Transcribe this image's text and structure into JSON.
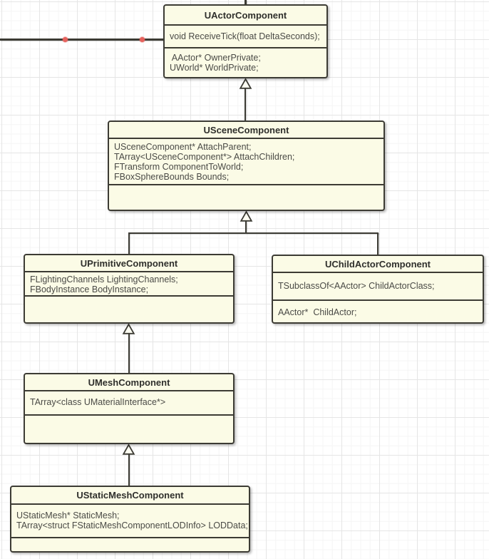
{
  "diagram": {
    "tool_hint": "uml-class-diagram",
    "colors": {
      "box_fill": "#fbfbe6",
      "box_border": "#3c3b34",
      "title_text": "#2f2f2c",
      "member_text": "#4a4a46",
      "waypoint_red": "#e5615c",
      "grid_minor": "#f5f5f5",
      "grid_major": "#e5e5e5",
      "canvas_bg": "#ffffff"
    },
    "classes": [
      {
        "name": "UActorComponent",
        "sections": [
          [
            "void ReceiveTick(float DeltaSeconds);"
          ],
          [
            " AActor* OwnerPrivate;",
            "UWorld* WorldPrivate;"
          ]
        ]
      },
      {
        "name": "USceneComponent",
        "sections": [
          [
            "USceneComponent* AttachParent;",
            "TArray<USceneComponent*> AttachChildren;",
            "FTransform ComponentToWorld;",
            "FBoxSphereBounds Bounds;"
          ],
          []
        ]
      },
      {
        "name": "UPrimitiveComponent",
        "sections": [
          [
            "FLightingChannels LightingChannels;",
            "FBodyInstance BodyInstance;"
          ],
          []
        ]
      },
      {
        "name": "UChildActorComponent",
        "sections": [
          [
            "TSubclassOf<AActor> ChildActorClass;"
          ],
          [
            "AActor*  ChildActor;"
          ]
        ]
      },
      {
        "name": "UMeshComponent",
        "sections": [
          [
            "TArray<class UMaterialInterface*>"
          ],
          []
        ]
      },
      {
        "name": "UStaticMeshComponent",
        "sections": [
          [
            "UStaticMesh* StaticMesh;",
            "TArray<struct FStaticMeshComponentLODInfo> LODData;"
          ],
          []
        ]
      }
    ],
    "edges": [
      {
        "type": "inheritance",
        "from": "USceneComponent",
        "to": "UActorComponent"
      },
      {
        "type": "inheritance",
        "from": "UPrimitiveComponent",
        "to": "USceneComponent"
      },
      {
        "type": "inheritance",
        "from": "UChildActorComponent",
        "to": "USceneComponent"
      },
      {
        "type": "inheritance",
        "from": "UMeshComponent",
        "to": "UPrimitiveComponent"
      },
      {
        "type": "inheritance",
        "from": "UStaticMeshComponent",
        "to": "UMeshComponent"
      }
    ]
  }
}
